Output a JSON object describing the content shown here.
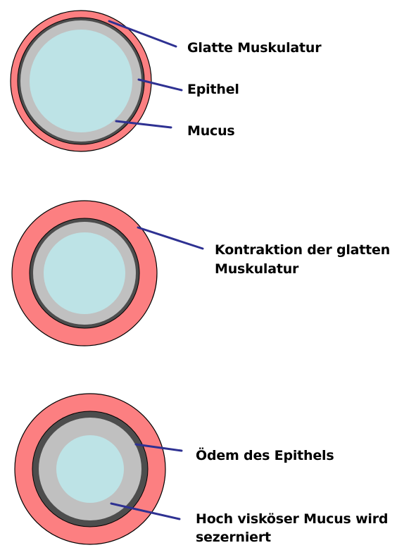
{
  "colors": {
    "muscle": "#FC7F81",
    "epithelium_border": "#4D4D4D",
    "mucus": "#C0C0C0",
    "lumen": "#BDE3E6",
    "pointer": "#2E3192",
    "outline": "#000000"
  },
  "panels": [
    {
      "id": "normal",
      "labels": [
        "Glatte Muskulatur",
        "Epithel",
        "Mucus"
      ]
    },
    {
      "id": "contraction",
      "labels": [
        "Kontraktion der glatten",
        "Muskulatur"
      ]
    },
    {
      "id": "edema",
      "labels": [
        "Ödem des Epithels",
        "Hoch visköser Mucus wird",
        "sezerniert"
      ]
    }
  ]
}
